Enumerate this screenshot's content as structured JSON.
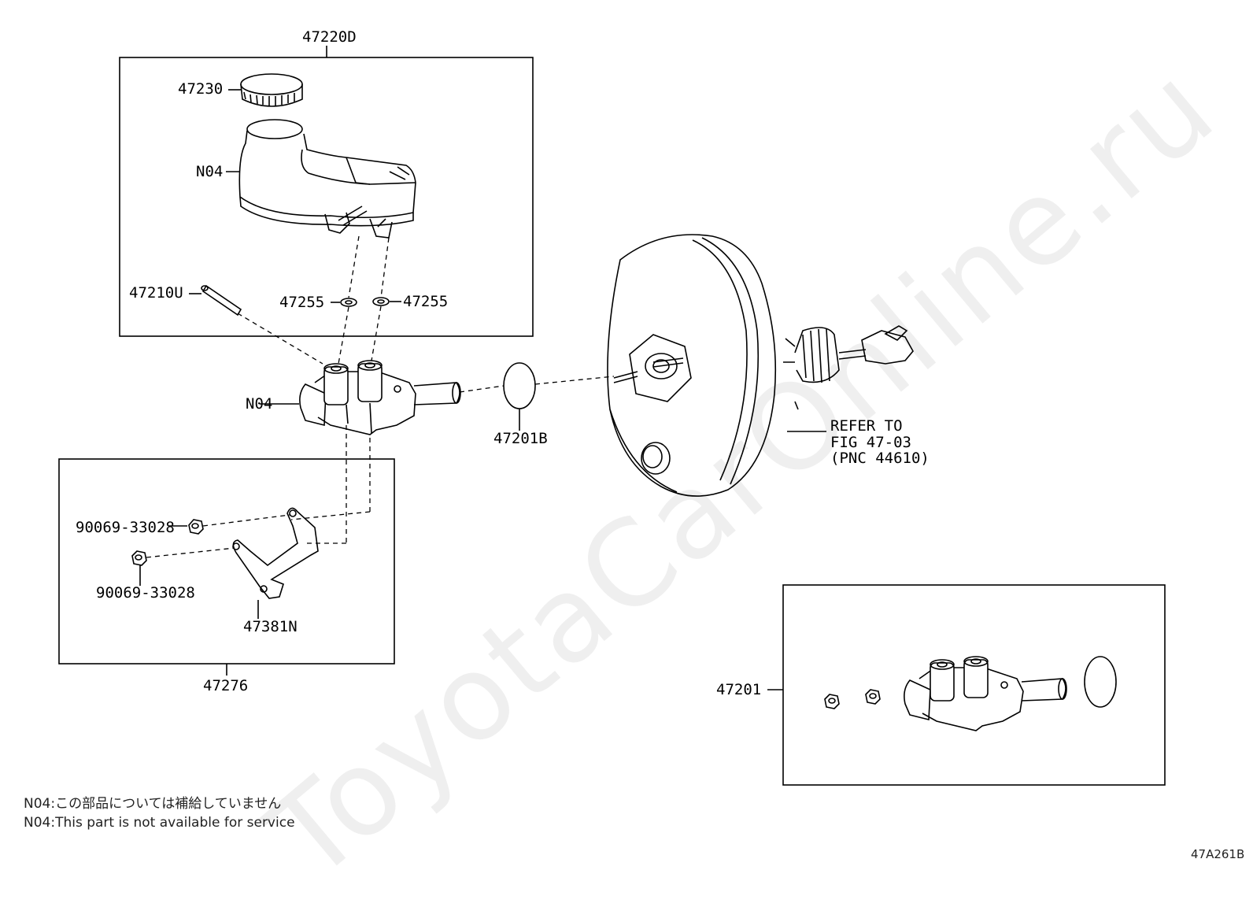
{
  "labels": {
    "kit_top": "47220D",
    "cap": "47230",
    "reservoir_n04": "N04",
    "pin": "47210U",
    "grommet_left": "47255",
    "grommet_right": "47255",
    "cylinder_n04": "N04",
    "oring": "47201B",
    "refer_line1": "REFER TO",
    "refer_line2": "FIG 47-03",
    "refer_line3": "(PNC 44610)",
    "nut_upper": "90069-33028",
    "nut_lower": "90069-33028",
    "bracket": "47381N",
    "kit_bottom": "47276",
    "assembly": "47201"
  },
  "notes": {
    "jp": "N04:この部品については補給していません",
    "en": "N04:This part is not available for service"
  },
  "figure_code": "47A261B",
  "watermark": "ToyotaCarOnline.ru"
}
